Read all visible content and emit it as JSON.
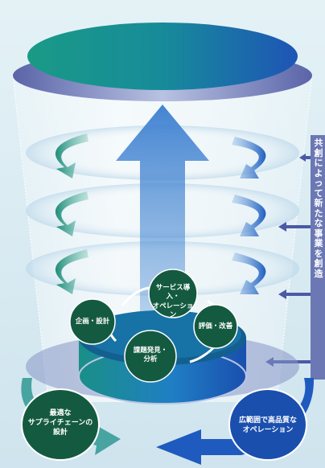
{
  "diagram": {
    "cycle_nodes": [
      {
        "label": "サービス導入・\nオペレーション"
      },
      {
        "label": "評価・改善"
      },
      {
        "label": "課題発見・\n分析"
      },
      {
        "label": "企画・設計"
      }
    ],
    "bottom_left": {
      "label": "最適な\nサプライチェーンの\n設計"
    },
    "bottom_right": {
      "label": "広範囲で高品質な\nオペレーション"
    },
    "side_label": "共創によって新たな事業を創造",
    "colors": {
      "background": "#d6eaf1",
      "accent_blue": "#1f63b8",
      "accent_teal": "#1a8e86",
      "dark_green": "#145a40",
      "side_panel": "#6b78b4"
    }
  }
}
